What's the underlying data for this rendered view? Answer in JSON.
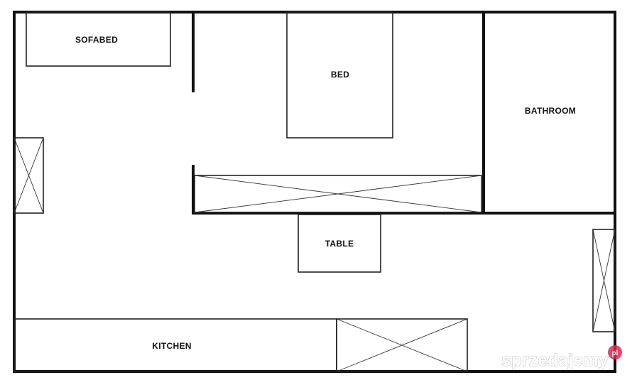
{
  "rooms": {
    "sofabed": "SOFABED",
    "bed": "BED",
    "bathroom": "BATHROOM",
    "table": "TABLE",
    "kitchen": "KITCHEN"
  },
  "watermark": {
    "brand": "sprzedajemy",
    "badge": "pl",
    "color": "#e0284f"
  }
}
